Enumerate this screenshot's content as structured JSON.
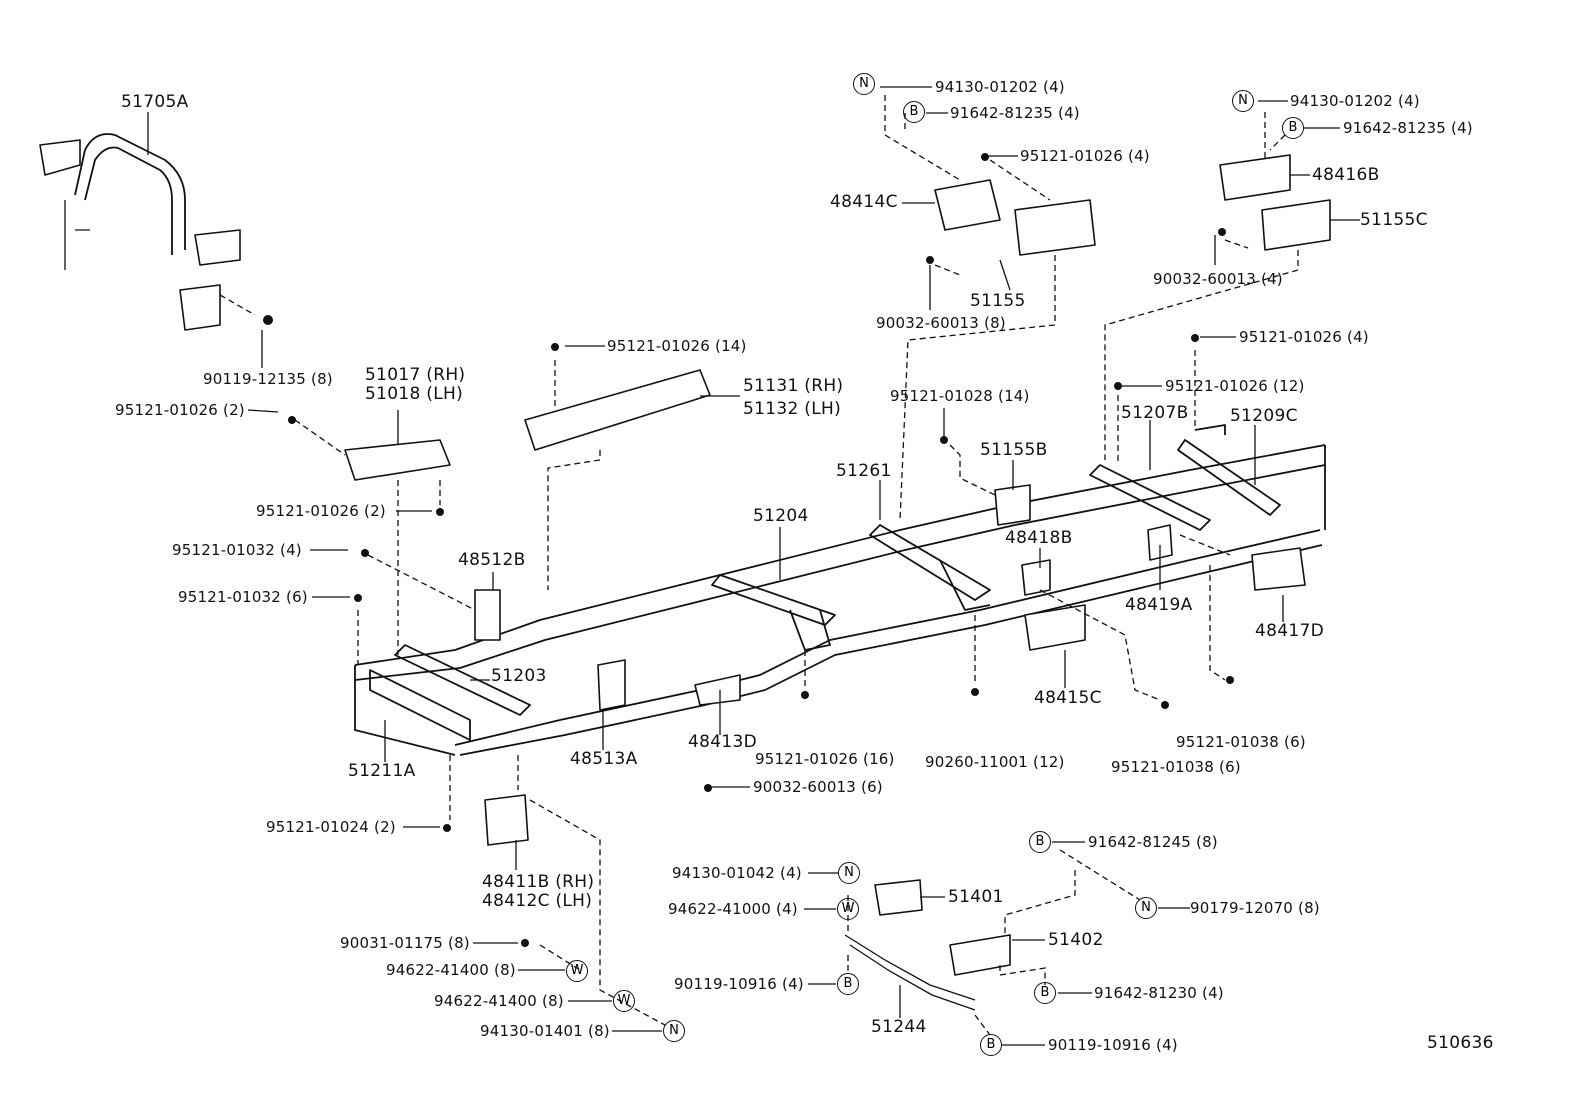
{
  "labels": {
    "l_51705A": "51705A",
    "l_90119_12135": "90119-12135 (8)",
    "l_51017": "51017 (RH)",
    "l_51018": "51018 (LH)",
    "l_95121_01026_2a": "95121-01026 (2)",
    "l_95121_01026_2b": "95121-01026 (2)",
    "l_95121_01032_4": "95121-01032 (4)",
    "l_95121_01032_6": "95121-01032 (6)",
    "l_48512B": "48512B",
    "l_95121_01026_14": "95121-01026 (14)",
    "l_51131": "51131 (RH)",
    "l_51132": "51132 (LH)",
    "l_94130_01202_a": "94130-01202 (4)",
    "l_91642_81235_a": "91642-81235 (4)",
    "l_95121_01026_4a": "95121-01026 (4)",
    "l_48414C": "48414C",
    "l_51155": "51155",
    "l_90032_60013_8": "90032-60013 (8)",
    "l_94130_01202_b": "94130-01202 (4)",
    "l_91642_81235_b": "91642-81235 (4)",
    "l_48416B": "48416B",
    "l_51155C": "51155C",
    "l_90032_60013_4": "90032-60013 (4)",
    "l_95121_01026_4b": "95121-01026 (4)",
    "l_95121_01026_12": "95121-01026 (12)",
    "l_95121_01028_14": "95121-01028 (14)",
    "l_51207B": "51207B",
    "l_51209C": "51209C",
    "l_51155B": "51155B",
    "l_51261": "51261",
    "l_51204": "51204",
    "l_48418B": "48418B",
    "l_48419A": "48419A",
    "l_48417D": "48417D",
    "l_51203": "51203",
    "l_48415C": "48415C",
    "l_51211A": "51211A",
    "l_48513A": "48513A",
    "l_48413D": "48413D",
    "l_95121_01026_16": "95121-01026 (16)",
    "l_90260_11001": "90260-11001 (12)",
    "l_95121_01038_a": "95121-01038 (6)",
    "l_95121_01038_b": "95121-01038 (6)",
    "l_90032_60013_6": "90032-60013 (6)",
    "l_95121_01024": "95121-01024 (2)",
    "l_48411B": "48411B (RH)",
    "l_48412C": "48412C (LH)",
    "l_90031_01175": "90031-01175 (8)",
    "l_94622_41400_a": "94622-41400 (8)",
    "l_94622_41400_b": "94622-41400 (8)",
    "l_94130_01401": "94130-01401 (8)",
    "l_94130_01042": "94130-01042 (4)",
    "l_94622_41000": "94622-41000 (4)",
    "l_90119_10916_a": "90119-10916 (4)",
    "l_51401": "51401",
    "l_51402": "51402",
    "l_51244": "51244",
    "l_91642_81245": "91642-81245 (8)",
    "l_90179_12070": "90179-12070 (8)",
    "l_91642_81230": "91642-81230 (4)",
    "l_90119_10916_b": "90119-10916 (4)",
    "l_diagram_id": "510636"
  },
  "symbols": {
    "n": "N",
    "b": "B",
    "w": "W"
  }
}
